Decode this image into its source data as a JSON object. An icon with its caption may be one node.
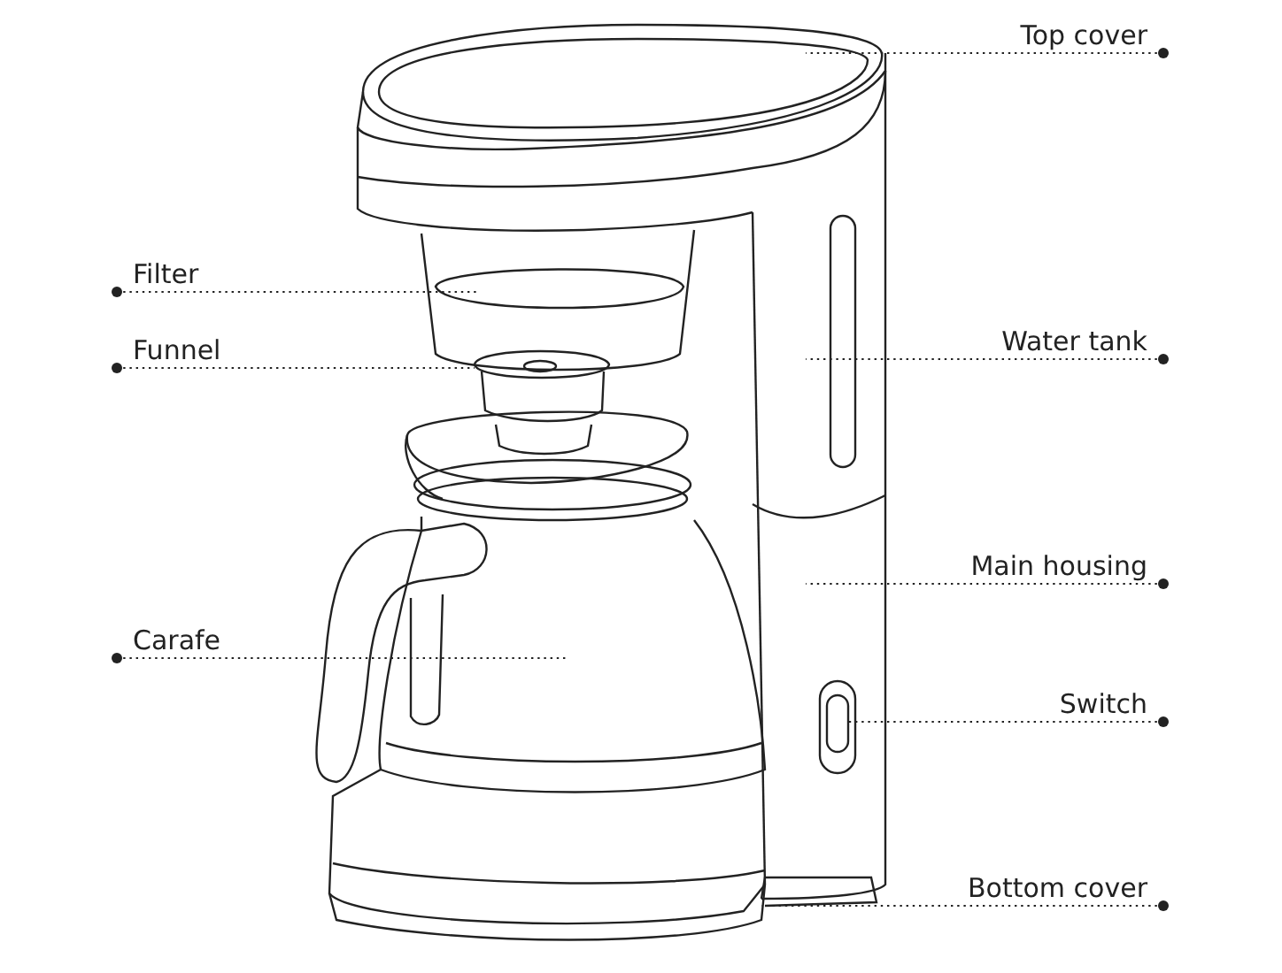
{
  "diagram": {
    "nodes": [
      {
        "text": [
          "Top cover"
        ]
      },
      {
        "text": [
          "Filter"
        ]
      },
      {
        "text": [
          "Funnel"
        ]
      },
      {
        "text": [
          "Water tank"
        ]
      },
      {
        "text": [
          "Main housing"
        ]
      },
      {
        "text": [
          "Carafe"
        ]
      },
      {
        "text": [
          "Switch"
        ]
      },
      {
        "text": [
          "Bottom cover"
        ]
      }
    ],
    "edges": [
      {
        "from": 0,
        "to": null,
        "arrow": "other",
        "style": "dashed"
      },
      {
        "from": 1,
        "to": null,
        "arrow": "other",
        "style": "dashed"
      },
      {
        "from": 2,
        "to": null,
        "arrow": "other",
        "style": "dashed"
      },
      {
        "from": 3,
        "to": null,
        "arrow": "other",
        "style": "dashed"
      },
      {
        "from": 4,
        "to": null,
        "arrow": "other",
        "style": "dashed"
      },
      {
        "from": 5,
        "to": null,
        "arrow": "other",
        "style": "dashed"
      },
      {
        "from": 6,
        "to": null,
        "arrow": "other",
        "style": "dashed"
      },
      {
        "from": 7,
        "to": null,
        "arrow": "other",
        "style": "dashed"
      }
    ]
  }
}
